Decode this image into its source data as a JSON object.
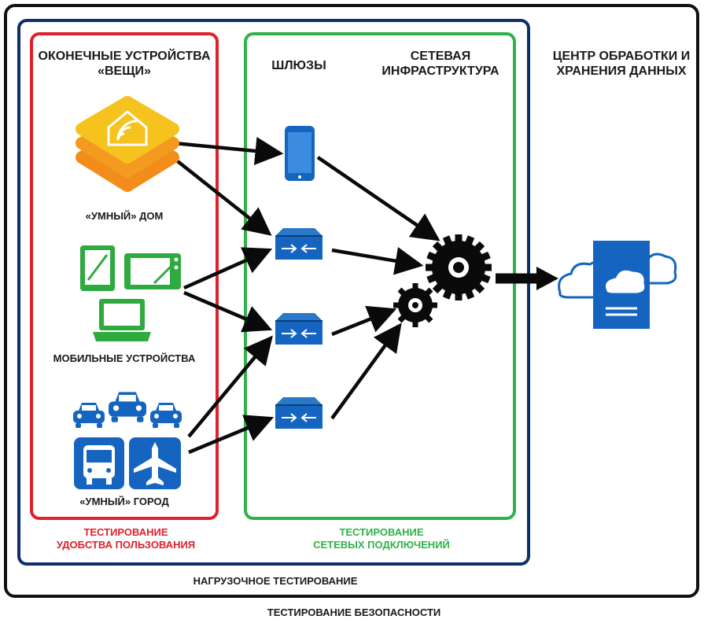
{
  "zones": {
    "security_testing": "ТЕСТИРОВАНИЕ БЕЗОПАСНОСТИ",
    "load_testing": "НАГРУЗОЧНОЕ ТЕСТИРОВАНИЕ",
    "usability_line1": "ТЕСТИРОВАНИЕ",
    "usability_line2": "УДОБСТВА ПОЛЬЗОВАНИЯ",
    "network_line1": "ТЕСТИРОВАНИЕ",
    "network_line2": "СЕТЕВЫХ ПОДКЛЮЧЕНИЙ"
  },
  "headings": {
    "things_line1": "ОКОНЕЧНЫЕ УСТРОЙСТВА",
    "things_line2": "«ВЕЩИ»",
    "gateways": "ШЛЮЗЫ",
    "netinfra_line1": "СЕТЕВАЯ",
    "netinfra_line2": "ИНФРАСТРУКТУРА",
    "datacenter_line1": "ЦЕНТР ОБРАБОТКИ И",
    "datacenter_line2": "ХРАНЕНИЯ ДАННЫХ"
  },
  "devices": {
    "smart_home": "«УМНЫЙ» ДОМ",
    "mobile": "МОБИЛЬНЫЕ УСТРОЙСТВА",
    "smart_city": "«УМНЫЙ» ГОРОД"
  },
  "colors": {
    "security_frame": "#111111",
    "load_frame": "#0d2f6b",
    "usability_frame": "#e0202a",
    "network_frame": "#2fb24a",
    "device_blue": "#1565c0",
    "mobile_green": "#2eaa3f",
    "home_orange": "#f28c1a",
    "home_yellow": "#f6c21d",
    "gears": "#0a0a0a"
  },
  "icons": [
    "smart-home-icon",
    "tablet-icon",
    "graphics-tablet-icon",
    "laptop-icon",
    "car-icon",
    "bus-icon",
    "airplane-icon",
    "smartphone-gateway-icon",
    "router-gateway-icon",
    "gear-icon",
    "cloud-icon",
    "server-icon"
  ]
}
